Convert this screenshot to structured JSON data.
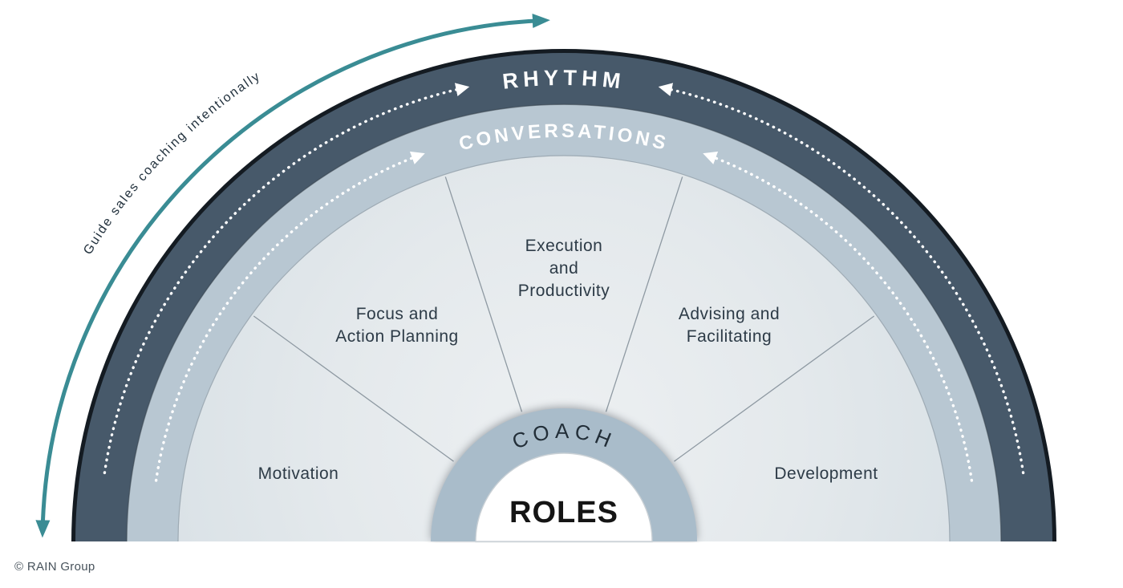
{
  "diagram": {
    "title_center": "ROLES",
    "coach_ring_label": "COACH",
    "conversations_ring_label": "CONVERSATIONS",
    "rhythm_ring_label": "RHYTHM",
    "arrow_caption": "Guide sales coaching intentionally",
    "segment_names": [
      "Motivation",
      "Focus and Action Planning",
      "Execution and Productivity",
      "Advising and Facilitating",
      "Development"
    ],
    "segments": {
      "motivation": {
        "line1": "Motivation"
      },
      "focus": {
        "line1": "Focus and",
        "line2": "Action Planning"
      },
      "execution": {
        "line1": "Execution",
        "line2": "and",
        "line3": "Productivity"
      },
      "advising": {
        "line1": "Advising and",
        "line2": "Facilitating"
      },
      "development": {
        "line1": "Development"
      }
    },
    "colors": {
      "accent_teal": "#3a8c94",
      "outer_ring": "#47596a",
      "outer_edge": "#141b22",
      "conversations_ring": "#b8c7d2",
      "inner_fill": "#e2e8eb",
      "coach_ring": "#a9bcca",
      "center_fill": "#ffffff",
      "label_text": "#2d3b47"
    },
    "footer": "© RAIN Group"
  }
}
